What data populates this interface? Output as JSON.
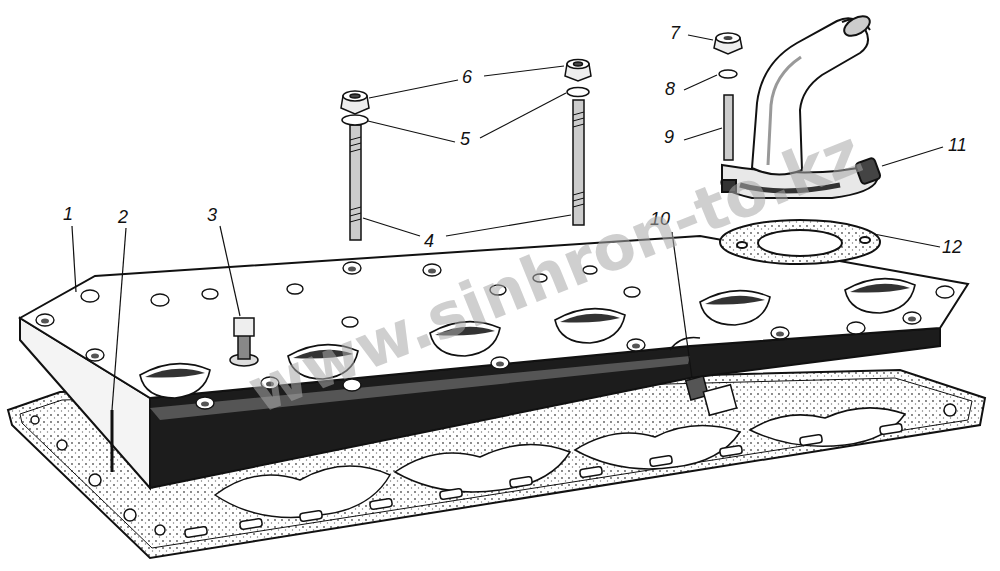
{
  "diagram": {
    "labels": [
      "1",
      "2",
      "3",
      "4",
      "5",
      "6",
      "7",
      "8",
      "9",
      "10",
      "11",
      "12",
      "www.sinhron-to.kz"
    ]
  }
}
